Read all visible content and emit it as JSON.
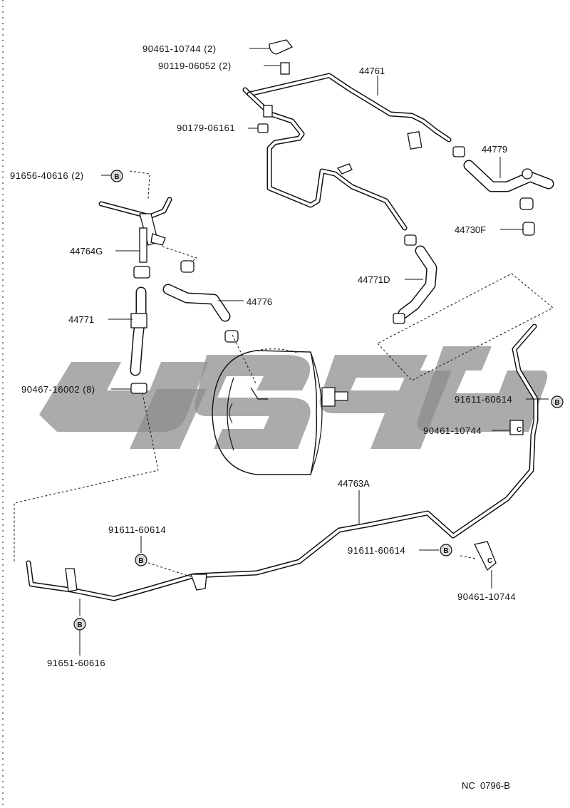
{
  "diagram": {
    "parts": {
      "p_44761": "44761",
      "p_44779": "44779",
      "p_44730F": "44730F",
      "p_44771D": "44771D",
      "p_44764G": "44764G",
      "p_44771": "44771",
      "p_44776": "44776",
      "p_44763A": "44763A",
      "p_90461_10744_2": "90461-10744 (2)",
      "p_90119_06052_2": "90119-06052 (2)",
      "p_90179_06161": "90179-06161",
      "p_91656_40616_2": "91656-40616 (2)",
      "p_90467_16002_8": "90467-16002 (8)",
      "p_91611_60614_a": "91611-60614",
      "p_90461_10744_a": "90461-10744",
      "p_91611_60614_b": "91611-60614",
      "p_91611_60614_c": "91611-60614",
      "p_90461_10744_b": "90461-10744",
      "p_91651_60616": "91651-60616"
    },
    "badge_letter": "B",
    "clip_letter": "C",
    "footer_code": "NC  0796-B"
  }
}
